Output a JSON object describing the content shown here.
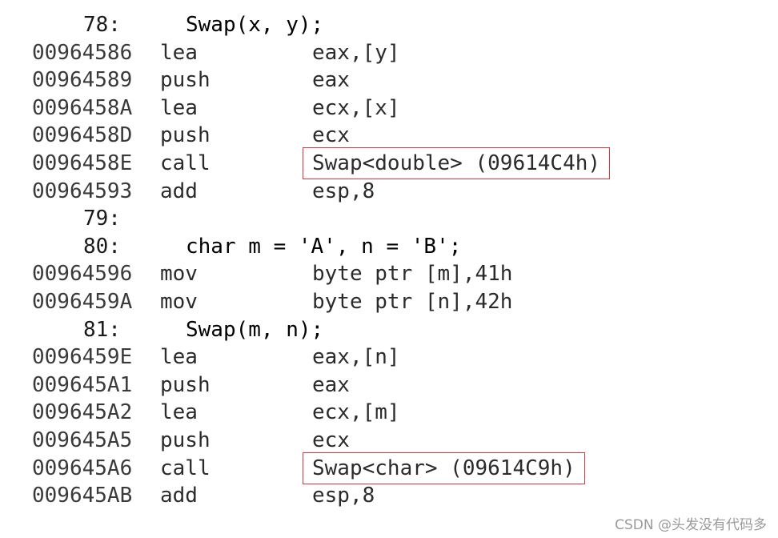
{
  "lines": [
    {
      "kind": "src",
      "num": "78:",
      "code": "Swap(x, y);"
    },
    {
      "kind": "asm",
      "addr": "00964586",
      "mn": "lea",
      "op": "eax,[y]"
    },
    {
      "kind": "asm",
      "addr": "00964589",
      "mn": "push",
      "op": "eax"
    },
    {
      "kind": "asm",
      "addr": "0096458A",
      "mn": "lea",
      "op": "ecx,[x]"
    },
    {
      "kind": "asm",
      "addr": "0096458D",
      "mn": "push",
      "op": "ecx"
    },
    {
      "kind": "asm",
      "addr": "0096458E",
      "mn": "call",
      "op": "Swap<double> (09614C4h)",
      "highlight": true
    },
    {
      "kind": "asm",
      "addr": "00964593",
      "mn": "add",
      "op": "esp,8"
    },
    {
      "kind": "src",
      "num": "79:",
      "code": ""
    },
    {
      "kind": "src",
      "num": "80:",
      "code": "char m = 'A', n = 'B';"
    },
    {
      "kind": "asm",
      "addr": "00964596",
      "mn": "mov",
      "op": "byte ptr [m],41h"
    },
    {
      "kind": "asm",
      "addr": "0096459A",
      "mn": "mov",
      "op": "byte ptr [n],42h"
    },
    {
      "kind": "src",
      "num": "81:",
      "code": "Swap(m, n);"
    },
    {
      "kind": "asm",
      "addr": "0096459E",
      "mn": "lea",
      "op": "eax,[n]"
    },
    {
      "kind": "asm",
      "addr": "009645A1",
      "mn": "push",
      "op": "eax"
    },
    {
      "kind": "asm",
      "addr": "009645A2",
      "mn": "lea",
      "op": "ecx,[m]"
    },
    {
      "kind": "asm",
      "addr": "009645A5",
      "mn": "push",
      "op": "ecx"
    },
    {
      "kind": "asm",
      "addr": "009645A6",
      "mn": "call",
      "op": "Swap<char> (09614C9h)",
      "highlight": true
    },
    {
      "kind": "asm",
      "addr": "009645AB",
      "mn": "add",
      "op": "esp,8"
    }
  ],
  "watermark": "CSDN @头发没有代码多",
  "colors": {
    "highlight_border": "#d9363e",
    "text": "#2b2b2b",
    "watermark": "#9a9a9a"
  }
}
